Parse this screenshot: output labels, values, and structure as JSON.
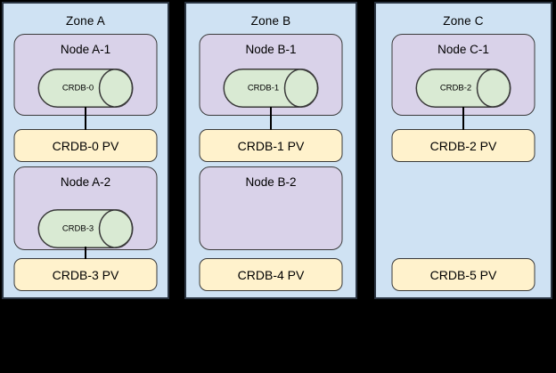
{
  "colors": {
    "background": "#000000",
    "zone_fill": "#cfe2f3",
    "node_fill": "#d9d2e9",
    "disk_fill": "#d9ead3",
    "pv_fill": "#fff2cc",
    "border": "#3a3a3a",
    "zone_border": "#2b3542",
    "connector": "#000000"
  },
  "zones": [
    {
      "title": "Zone A",
      "nodes": [
        {
          "title": "Node A-1",
          "disk": "CRDB-0",
          "pv": "CRDB-0 PV",
          "connected": true
        },
        {
          "title": "Node A-2",
          "disk": "CRDB-3",
          "pv": "CRDB-3 PV",
          "connected": true
        }
      ]
    },
    {
      "title": "Zone B",
      "nodes": [
        {
          "title": "Node B-1",
          "disk": "CRDB-1",
          "pv": "CRDB-1 PV",
          "connected": true
        },
        {
          "title": "Node B-2",
          "disk": null,
          "pv": "CRDB-4 PV",
          "connected": false
        }
      ]
    },
    {
      "title": "Zone C",
      "nodes": [
        {
          "title": "Node C-1",
          "disk": "CRDB-2",
          "pv": "CRDB-2 PV",
          "connected": true
        },
        {
          "title": null,
          "disk": null,
          "pv": "CRDB-5 PV",
          "connected": false
        }
      ]
    }
  ]
}
